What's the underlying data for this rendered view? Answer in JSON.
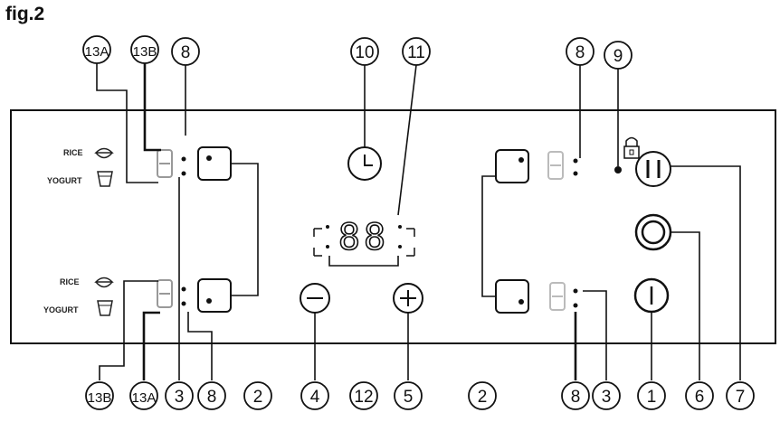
{
  "figure": {
    "title": "fig.2"
  },
  "zone_labels": {
    "rice": "RICE",
    "yogurt": "YOGURT"
  },
  "timer_display": "88",
  "callouts": {
    "top": [
      "13A",
      "13B",
      "8",
      "10",
      "11",
      "8",
      "9"
    ],
    "bottom": [
      "13B",
      "13A",
      "3",
      "8",
      "2",
      "4",
      "12",
      "5",
      "2",
      "8",
      "3",
      "1",
      "6",
      "7"
    ]
  },
  "icons": {
    "rice_bowl": "rice-bowl-icon",
    "yogurt_cup": "yogurt-cup-icon",
    "timer": "clock-icon",
    "minus": "minus-icon",
    "plus": "plus-icon",
    "pause": "pause-icon",
    "lock": "padlock-icon",
    "power": "power-icon",
    "boost": "ring-icon",
    "zone_select": "zone-select-icon"
  },
  "colors": {
    "line": "#111111",
    "dim_segment": "#bbbbbb"
  }
}
